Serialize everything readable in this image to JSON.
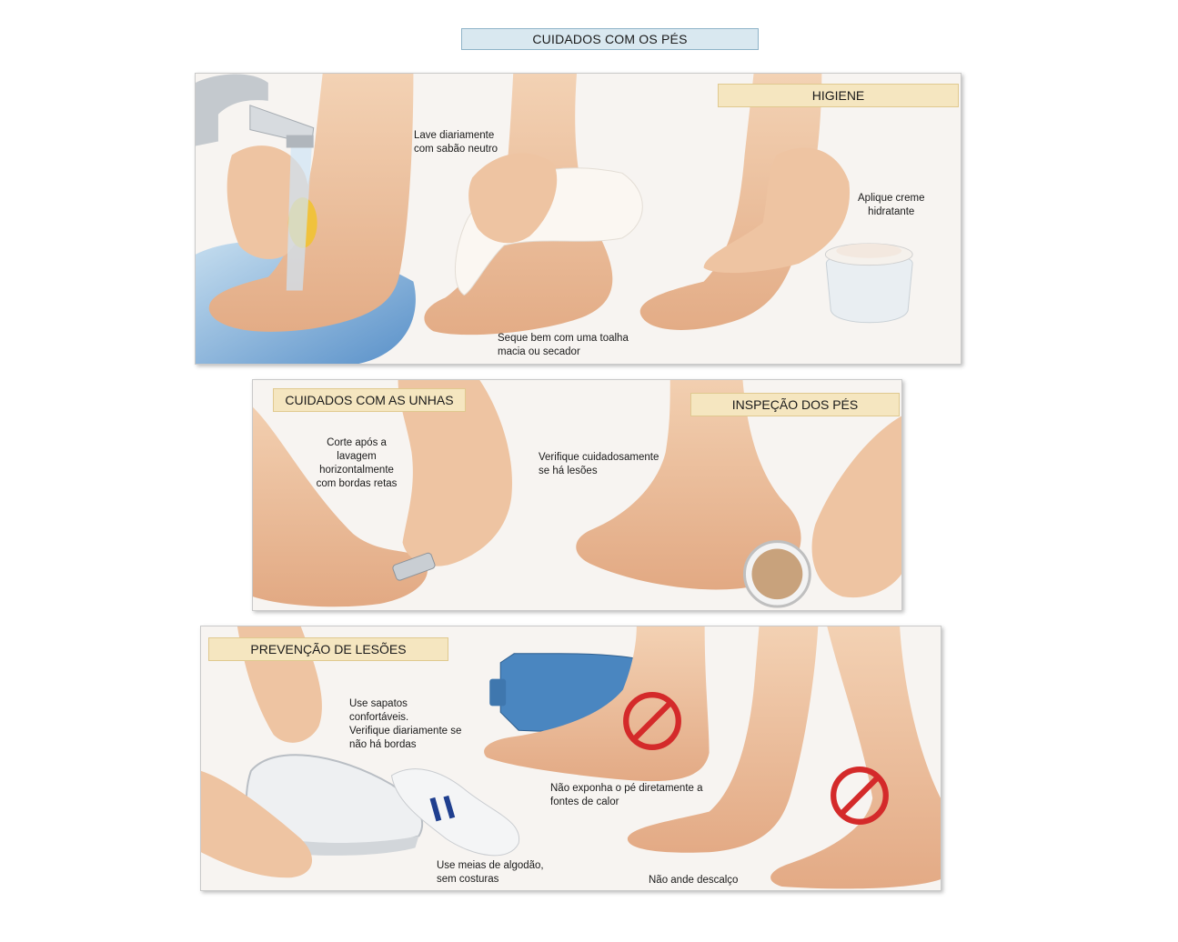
{
  "title": "CUIDADOS COM OS PÉS",
  "hygiene": {
    "heading": "HIGIENE",
    "wash": [
      "Lave diariamente",
      "com sabão neutro"
    ],
    "dry": [
      "Seque bem com uma toalha",
      "macia ou secador"
    ],
    "cream": [
      "Aplique creme",
      "hidratante"
    ]
  },
  "nails": {
    "heading": "CUIDADOS COM AS UNHAS",
    "cut": [
      "Corte após a",
      "lavagem",
      "horizontalmente",
      "com bordas retas"
    ]
  },
  "inspection": {
    "heading": "INSPEÇÃO DOS PÉS",
    "check": [
      "Verifique cuidadosamente",
      "se há lesões"
    ]
  },
  "prevention": {
    "heading": "PREVENÇÃO DE LESÕES",
    "shoes": [
      "Use sapatos",
      "confortáveis.",
      "Verifique diariamente se",
      "não há bordas"
    ],
    "socks": [
      "Use meias de algodão,",
      "sem costuras"
    ],
    "heat": [
      "Não exponha o pé diretamente a",
      "fontes de calor"
    ],
    "barefoot": "Não ande descalço"
  },
  "colors": {
    "title_bg": "#d9e8f0",
    "section_bg": "#f5e6c0",
    "skin": "#f0c9a8",
    "prohibit_red": "#d42a2a"
  }
}
